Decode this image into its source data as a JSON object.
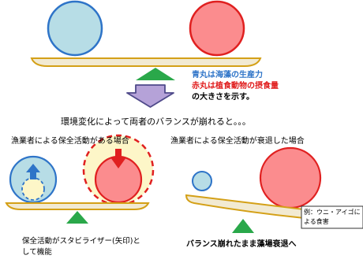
{
  "legend": {
    "blue_line": "青丸は海藻の生産力",
    "red_line": "赤丸は植食動物の摂食量",
    "black_line": "の大きさを示す。"
  },
  "transition_text": "環境変化によって両者のバランスが崩れると。。。",
  "left_case": {
    "title": "漁業者による保全活動がある場合",
    "caption_line1": "保全活動がスタビライザー(矢印)と",
    "caption_line2": "して機能"
  },
  "right_case": {
    "title": "漁業者による保全活動が衰退した場合",
    "caption": "バランス崩れたまま藻場衰退へ",
    "note_line1": "例：ウニ・アイゴに",
    "note_line2": "よる食害"
  },
  "colors": {
    "blue_fill": "#b7dde6",
    "blue_stroke": "#2e74c8",
    "red_fill": "#fb8c8e",
    "red_stroke": "#e02020",
    "glow_fill": "#fdf6c8",
    "beam_fill": "#f2ead2",
    "beam_stroke": "#d4a017",
    "fulcrum": "#2aa84a",
    "down_arrow_fill": "#b5a2d8",
    "down_arrow_stroke": "#4f4a8a",
    "legend_blue": "#2e74c8",
    "legend_red": "#e01c1c"
  }
}
